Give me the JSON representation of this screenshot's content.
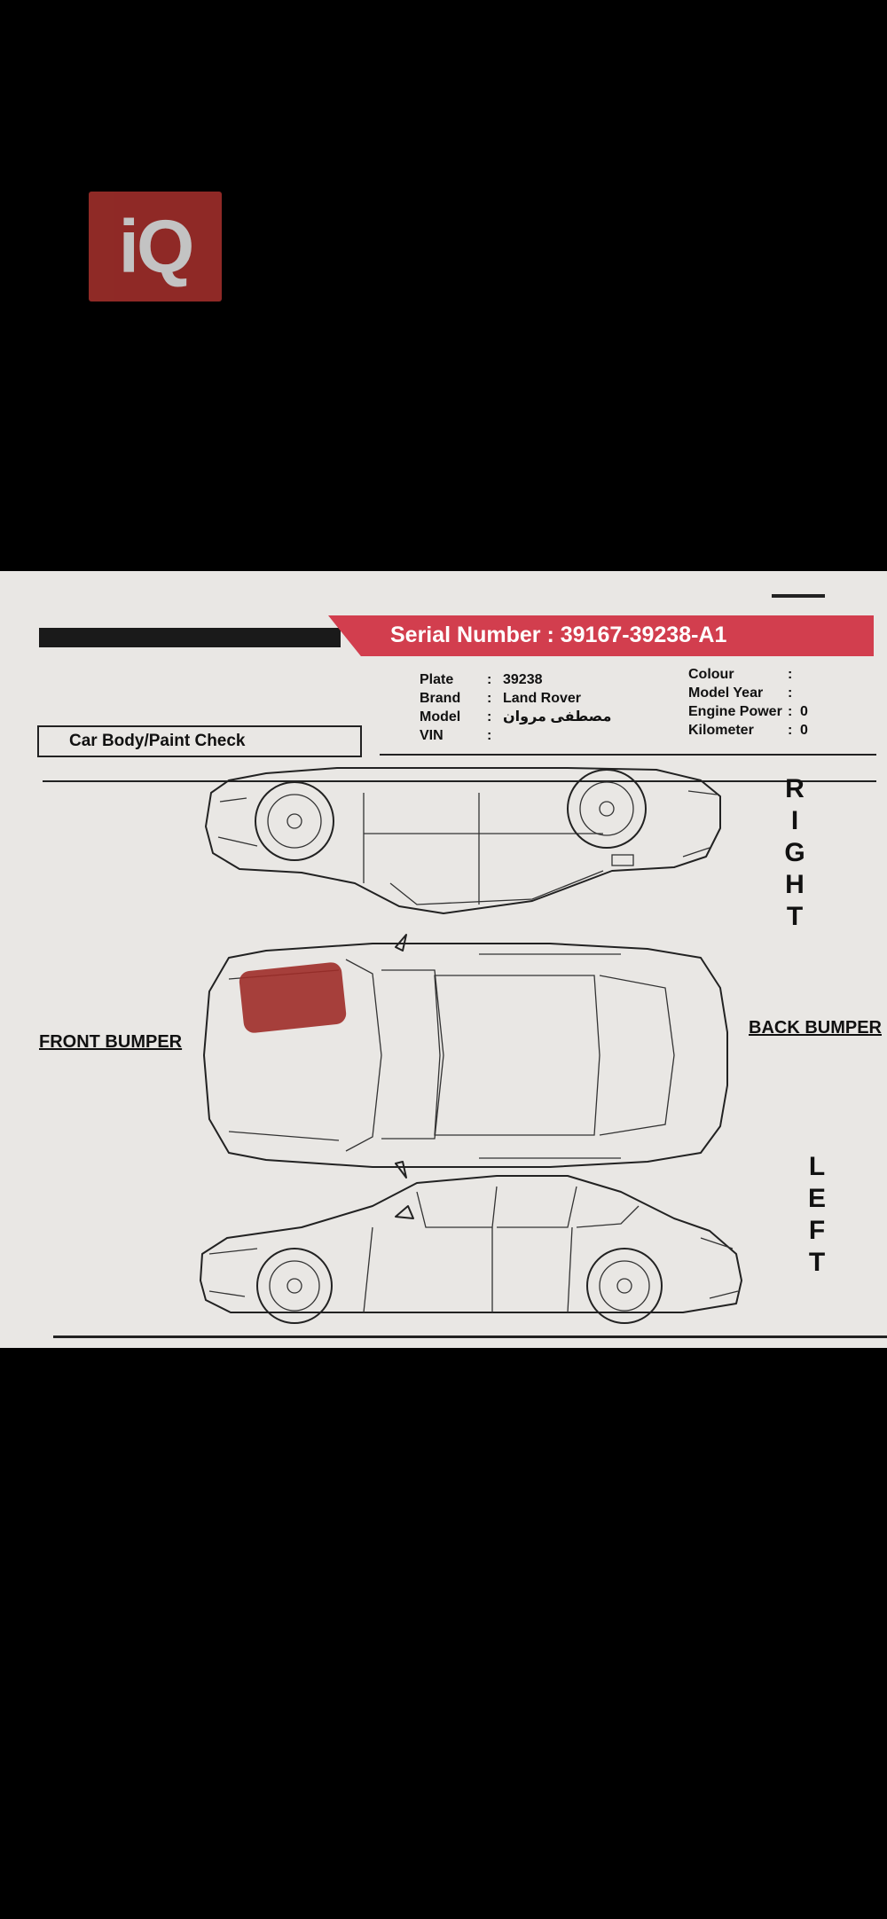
{
  "logo": {
    "text": "iQ",
    "color": "#a8312d"
  },
  "header": {
    "serial_label": "Serial Number :",
    "serial_value": "39167-39238-A1",
    "accent_color": "#d23e4e"
  },
  "vehicle_info": {
    "left": [
      {
        "label": "Plate",
        "sep": ":",
        "value": "39238"
      },
      {
        "label": "Brand",
        "sep": ":",
        "value": "Land Rover"
      },
      {
        "label": "Model",
        "sep": ":",
        "value": "مصطفى مروان"
      },
      {
        "label": "VIN",
        "sep": ":",
        "value": ""
      }
    ],
    "right": [
      {
        "label": "Colour",
        "sep": ":",
        "value": ""
      },
      {
        "label": "Model Year",
        "sep": ":",
        "value": ""
      },
      {
        "label": "Engine Power",
        "sep": ":",
        "value": "0"
      },
      {
        "label": "Kilometer",
        "sep": ":",
        "value": "0"
      }
    ]
  },
  "section_title": "Car Body/Paint Check",
  "labels": {
    "right": [
      "R",
      "I",
      "G",
      "H",
      "T"
    ],
    "left": [
      "L",
      "E",
      "F",
      "T"
    ],
    "front": "FRONT BUMPER",
    "back": "BACK BUMPER"
  },
  "damage_marks": [
    {
      "area": "hood",
      "color": "#9e2c28"
    }
  ]
}
